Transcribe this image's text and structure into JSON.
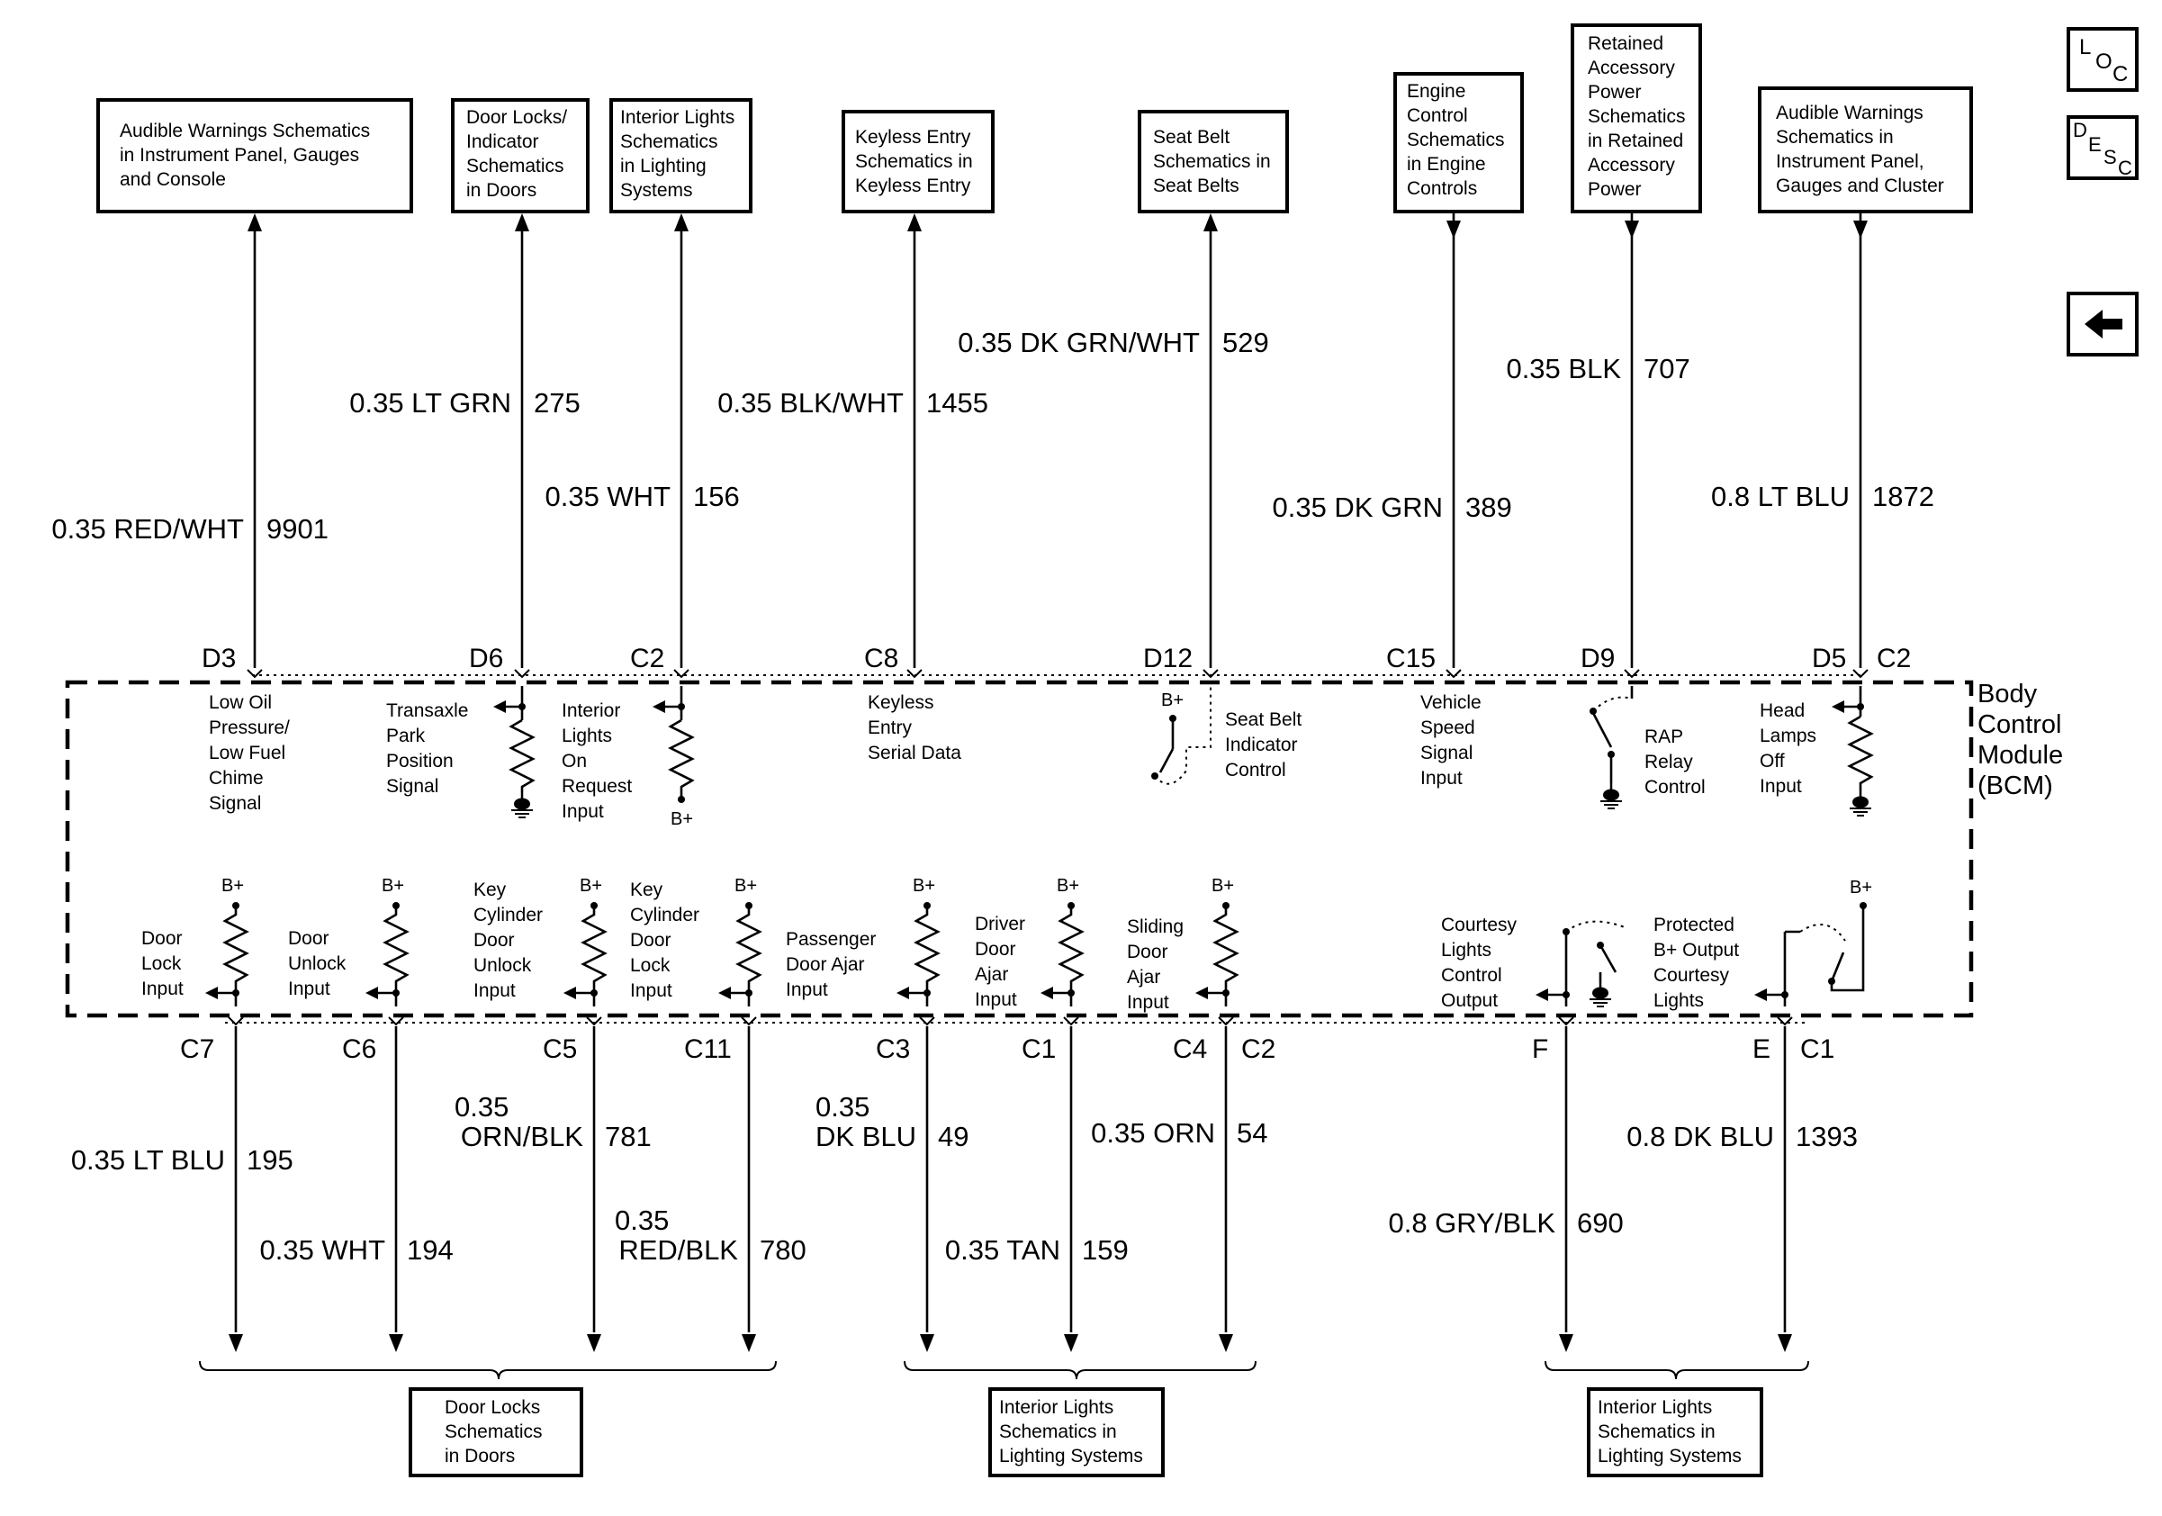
{
  "top_refs": [
    {
      "key": "audible1",
      "lines": [
        "Audible Warnings Schematics",
        "in Instrument Panel, Gauges",
        "and Console"
      ]
    },
    {
      "key": "doorlocks",
      "lines": [
        "Door Locks/",
        "Indicator",
        "Schematics",
        "in Doors"
      ]
    },
    {
      "key": "intlights",
      "lines": [
        "Interior Lights",
        "Schematics",
        "in Lighting",
        "Systems"
      ]
    },
    {
      "key": "keyless",
      "lines": [
        "Keyless Entry",
        "Schematics in",
        "Keyless Entry"
      ]
    },
    {
      "key": "seatbelt",
      "lines": [
        "Seat Belt",
        "Schematics in",
        "Seat Belts"
      ]
    },
    {
      "key": "engine",
      "lines": [
        "Engine",
        "Control",
        "Schematics",
        "in Engine",
        "Controls"
      ]
    },
    {
      "key": "rap",
      "lines": [
        "Retained",
        "Accessory",
        "Power",
        "Schematics",
        "in Retained",
        "Accessory",
        "Power"
      ]
    },
    {
      "key": "audible2",
      "lines": [
        "Audible Warnings",
        "Schematics in",
        "Instrument Panel,",
        "Gauges and Cluster"
      ]
    }
  ],
  "bottom_refs": [
    {
      "key": "doorlocks_b",
      "lines": [
        "Door Locks",
        "Schematics",
        "in Doors"
      ]
    },
    {
      "key": "intlights_b1",
      "lines": [
        "Interior Lights",
        "Schematics in",
        "Lighting Systems"
      ]
    },
    {
      "key": "intlights_b2",
      "lines": [
        "Interior Lights",
        "Schematics in",
        "Lighting Systems"
      ]
    }
  ],
  "top_wires": [
    {
      "pin": "D3",
      "wire": [
        "0.35 RED/WHT"
      ],
      "circuit": "9901",
      "direction": "out"
    },
    {
      "pin": "D6",
      "wire": [
        "0.35 LT GRN"
      ],
      "circuit": "275",
      "direction": "out"
    },
    {
      "pin": "C2",
      "wire": [
        "0.35 WHT"
      ],
      "circuit": "156",
      "direction": "out"
    },
    {
      "pin": "C8",
      "wire": [
        "0.35 BLK/WHT"
      ],
      "circuit": "1455",
      "direction": "out"
    },
    {
      "pin": "D12",
      "wire": [
        "0.35 DK GRN/WHT"
      ],
      "circuit": "529",
      "direction": "out"
    },
    {
      "pin": "C15",
      "wire": [
        "0.35 DK GRN"
      ],
      "circuit": "389",
      "direction": "in"
    },
    {
      "pin": "D9",
      "wire": [
        "0.35 BLK"
      ],
      "circuit": "707",
      "direction": "in"
    },
    {
      "pin": "D5",
      "connector": "C2",
      "wire": [
        "0.8 LT BLU"
      ],
      "circuit": "1872",
      "direction": "in"
    }
  ],
  "bottom_wires": [
    {
      "pin": "C7",
      "wire": [
        "0.35 LT BLU"
      ],
      "circuit": "195"
    },
    {
      "pin": "C6",
      "wire": [
        "0.35 WHT"
      ],
      "circuit": "194"
    },
    {
      "pin": "C5",
      "wire": [
        "0.35",
        "ORN/BLK"
      ],
      "circuit": "781"
    },
    {
      "pin": "C11",
      "wire": [
        "0.35",
        "RED/BLK"
      ],
      "circuit": "780"
    },
    {
      "pin": "C3",
      "wire": [
        "0.35",
        "DK BLU"
      ],
      "circuit": "49"
    },
    {
      "pin": "C1",
      "wire": [
        "0.35 TAN"
      ],
      "circuit": "159"
    },
    {
      "pin": "C4",
      "connector": "C2",
      "wire": [
        "0.35 ORN"
      ],
      "circuit": "54"
    },
    {
      "pin": "F",
      "wire": [
        "0.8 GRY/BLK"
      ],
      "circuit": "690"
    },
    {
      "pin": "E",
      "connector": "C1",
      "wire": [
        "0.8 DK BLU"
      ],
      "circuit": "1393"
    }
  ],
  "upper_signals": [
    [
      "Low Oil",
      "Pressure/",
      "Low Fuel",
      "Chime",
      "Signal"
    ],
    [
      "Transaxle",
      "Park",
      "Position",
      "Signal"
    ],
    [
      "Interior",
      "Lights",
      "On",
      "Request",
      "Input"
    ],
    [
      "Keyless",
      "Entry",
      "Serial Data"
    ],
    [
      "Seat Belt",
      "Indicator",
      "Control"
    ],
    [
      "Vehicle",
      "Speed",
      "Signal",
      "Input"
    ],
    [
      "RAP",
      "Relay",
      "Control"
    ],
    [
      "Head",
      "Lamps",
      "Off",
      "Input"
    ]
  ],
  "lower_signals": [
    [
      "Door",
      "Lock",
      "Input"
    ],
    [
      "Door",
      "Unlock",
      "Input"
    ],
    [
      "Key",
      "Cylinder",
      "Door",
      "Unlock",
      "Input"
    ],
    [
      "Key",
      "Cylinder",
      "Door",
      "Lock",
      "Input"
    ],
    [
      "Passenger",
      "Door Ajar",
      "Input"
    ],
    [
      "Driver",
      "Door",
      "Ajar",
      "Input"
    ],
    [
      "Sliding",
      "Door",
      "Ajar",
      "Input"
    ],
    [
      "Courtesy",
      "Lights",
      "Control",
      "Output"
    ],
    [
      "Protected",
      "B+ Output",
      "Courtesy",
      "Lights"
    ]
  ],
  "bplus_label": "B+",
  "module_name": [
    "Body",
    "Control",
    "Module",
    "(BCM)"
  ],
  "side_icons": {
    "loc": [
      "L",
      "O",
      "C"
    ],
    "desc": [
      "D",
      "E",
      "S",
      "C"
    ],
    "back": "left-arrow-icon"
  }
}
